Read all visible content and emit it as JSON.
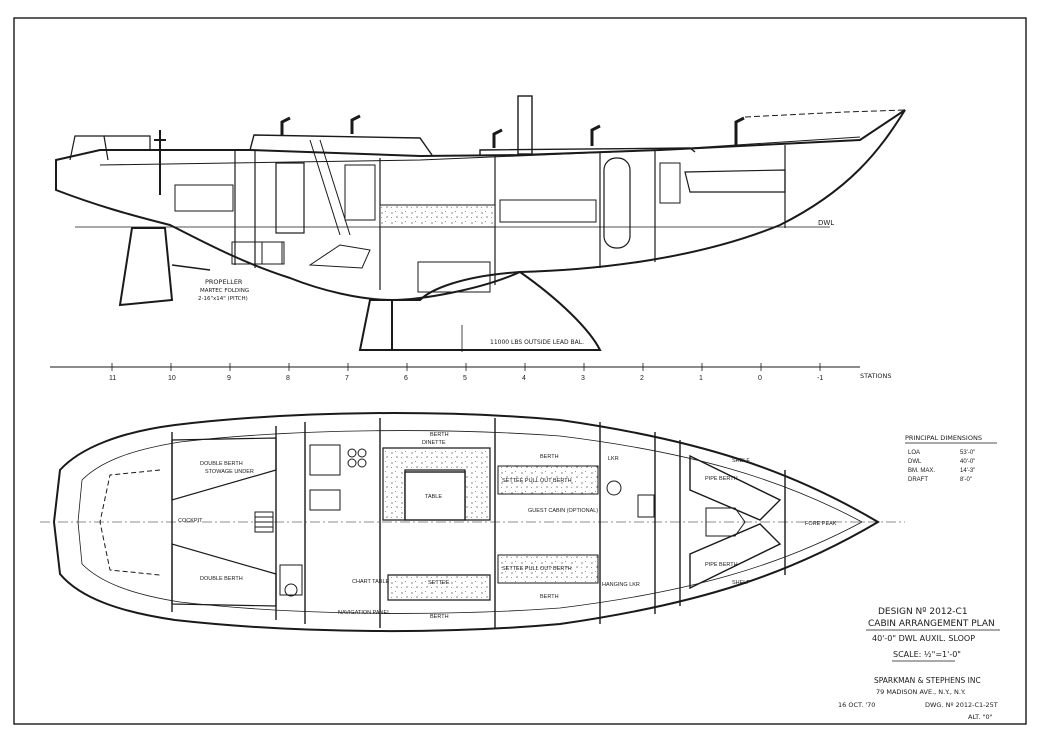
{
  "drawing": {
    "profile_labels": {
      "dwl": "DWL",
      "propeller": "PROPELLER",
      "propeller_note1": "MARTEC FOLDING",
      "propeller_note2": "2-16\"x14\" (PITCH)",
      "ballast": "11000 LBS OUTSIDE LEAD BAL.",
      "stations_label": "STATIONS"
    },
    "stations": [
      "11",
      "10",
      "9",
      "8",
      "7",
      "6",
      "5",
      "4",
      "3",
      "2",
      "1",
      "0",
      "-1"
    ],
    "plan_labels": {
      "berth_top": "BERTH",
      "berth_top2": "BERTH",
      "dinette": "DINETTE",
      "table": "TABLE",
      "settee_pullout": "SETTEE PULL OUT BERTH",
      "settee_pullout2": "SETTEE PULL OUT BERTH",
      "guest_cabin": "GUEST CABIN (OPTIONAL)",
      "pipe_berth": "PIPE BERTH",
      "pipe_berth2": "PIPE BERTH",
      "fore_peak": "FORE PEAK",
      "shelf": "SHELF",
      "shelf2": "SHELF",
      "double_berth": "DOUBLE BERTH",
      "double_berth2": "DOUBLE BERTH",
      "stowage_under": "STOWAGE UNDER",
      "cockpit": "COCKPIT",
      "chart_table": "CHART TABLE",
      "navigation_panel": "NAVIGATION PANEL",
      "settee": "SETTEE",
      "hanging_lkr": "HANGING LKR",
      "lkr": "LKR",
      "berth_bottom": "BERTH",
      "berth_bottom2": "BERTH"
    },
    "principal_dimensions": {
      "title": "PRINCIPAL DIMENSIONS",
      "rows": [
        {
          "label": "LOA",
          "value": "53'-0\""
        },
        {
          "label": "DWL",
          "value": "40'-0\""
        },
        {
          "label": "BM. MAX.",
          "value": "14'-3\""
        },
        {
          "label": "DRAFT",
          "value": "8'-0\""
        }
      ]
    },
    "title_block": {
      "design_no": "DESIGN Nº 2012-C1",
      "plan_title": "CABIN ARRANGEMENT PLAN",
      "subtitle": "40'-0\" DWL AUXIL. SLOOP",
      "scale": "SCALE: ½\"=1'-0\"",
      "firm": "SPARKMAN & STEPHENS INC",
      "address": "79 MADISON AVE., N.Y., N.Y.",
      "date": "16 OCT. '70",
      "dwg_no": "DWG. Nº 2012-C1-25T",
      "alt": "ALT. \"0\""
    }
  }
}
